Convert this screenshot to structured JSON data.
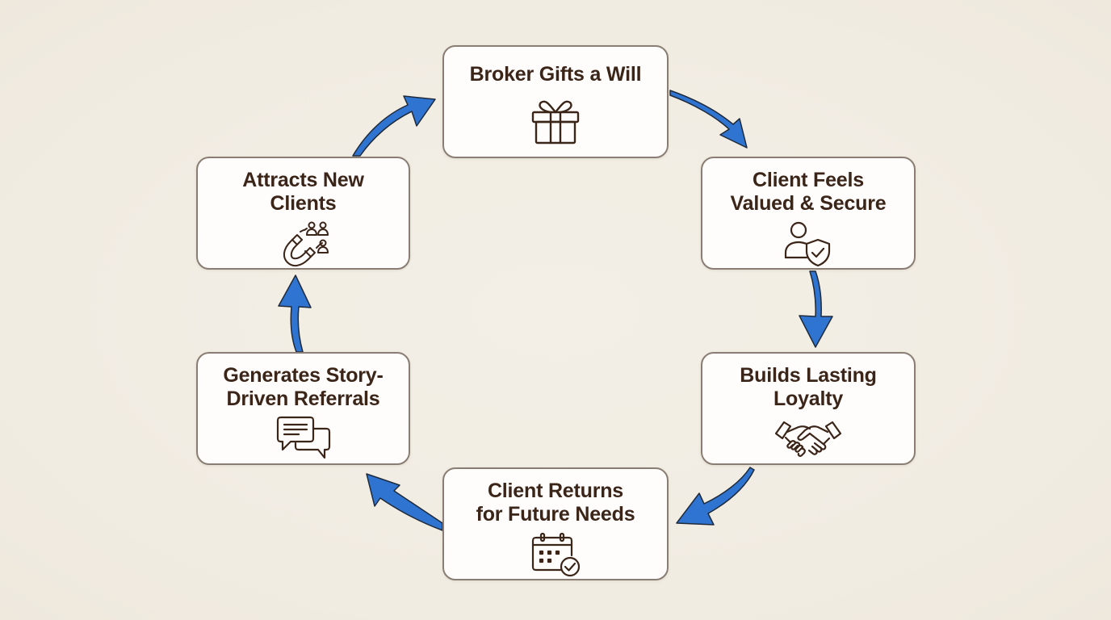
{
  "diagram": {
    "type": "cycle",
    "colors": {
      "background": "#f2ede4",
      "box_fill": "#fefdfb",
      "box_border": "#8a7e74",
      "text": "#3b2418",
      "icon_stroke": "#3b2418",
      "arrow_fill": "#2f74d0",
      "arrow_outline": "#1f2a3a"
    },
    "nodes": [
      {
        "id": "broker-gifts-will",
        "label": "Broker Gifts a Will",
        "icon": "gift-icon"
      },
      {
        "id": "client-feels-valued",
        "label": "Client Feels\nValued & Secure",
        "icon": "user-shield-icon"
      },
      {
        "id": "builds-loyalty",
        "label": "Builds Lasting\nLoyalty",
        "icon": "handshake-icon"
      },
      {
        "id": "client-returns",
        "label": "Client Returns\nfor Future Needs",
        "icon": "calendar-check-icon"
      },
      {
        "id": "generates-referrals",
        "label": "Generates Story-\nDriven Referrals",
        "icon": "chat-bubbles-icon"
      },
      {
        "id": "attracts-clients",
        "label": "Attracts New\nClients",
        "icon": "magnet-people-icon"
      }
    ],
    "edges": [
      {
        "from": "broker-gifts-will",
        "to": "client-feels-valued"
      },
      {
        "from": "client-feels-valued",
        "to": "builds-loyalty"
      },
      {
        "from": "builds-loyalty",
        "to": "client-returns"
      },
      {
        "from": "client-returns",
        "to": "generates-referrals"
      },
      {
        "from": "generates-referrals",
        "to": "attracts-clients"
      },
      {
        "from": "attracts-clients",
        "to": "broker-gifts-will"
      }
    ]
  }
}
